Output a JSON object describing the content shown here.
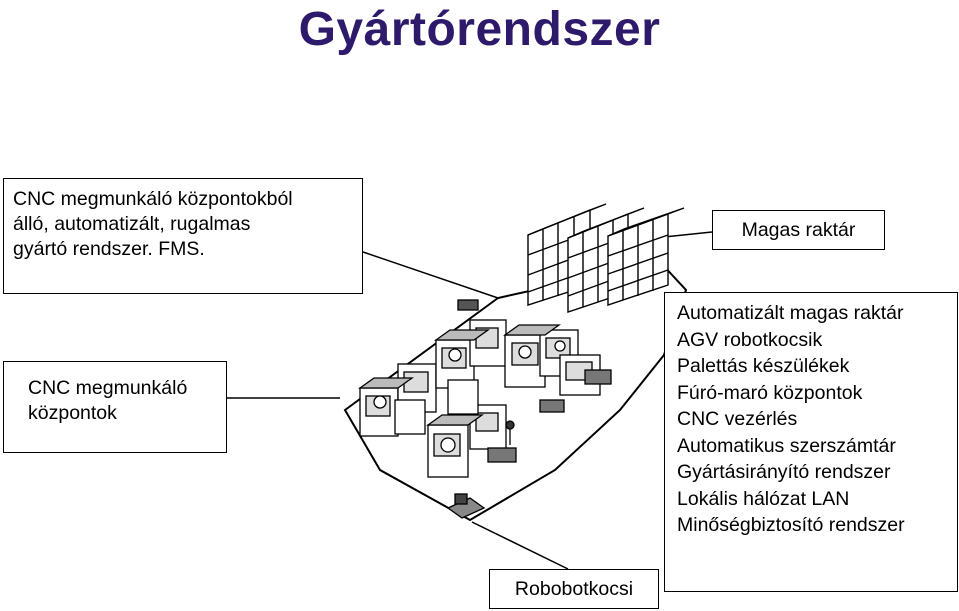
{
  "title": "Gyártórendszer",
  "intro_lines": [
    "CNC megmunkáló központokból",
    "álló, automatizált, rugalmas",
    "gyártó rendszer. FMS."
  ],
  "cnc_label_lines": [
    "CNC megmunkáló",
    "központok"
  ],
  "magas_raktar_label": "Magas raktár",
  "component_list": [
    "Automatizált magas raktár",
    "AGV robotkocsik",
    "Palettás készülékek",
    "Fúró-maró központok",
    "CNC vezérlés",
    "Automatikus szerszámtár",
    "Gyártásirányító rendszer",
    "Lokális hálózat LAN",
    "Minőségbiztosító rendszer"
  ],
  "robot_label": "Robobotkocsi",
  "colors": {
    "title": "#2e1a6b"
  }
}
